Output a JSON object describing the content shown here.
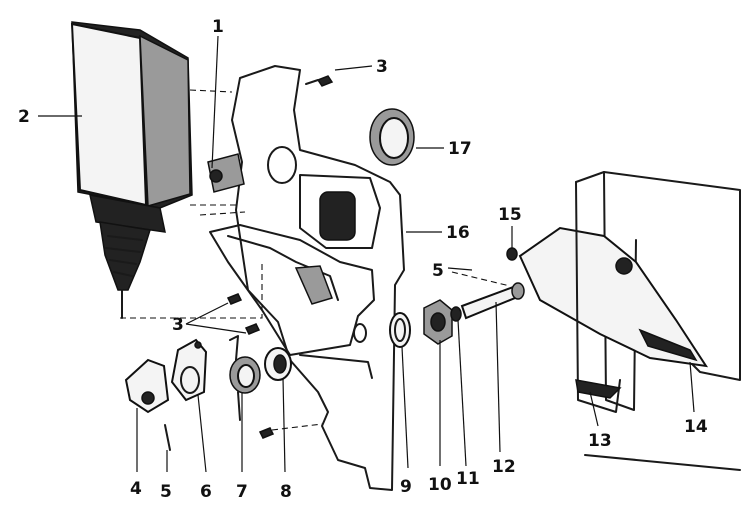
{
  "diagram": {
    "callouts": [
      {
        "id": "c1",
        "label": "1"
      },
      {
        "id": "c2",
        "label": "2"
      },
      {
        "id": "c3a",
        "label": "3"
      },
      {
        "id": "c3b",
        "label": "3"
      },
      {
        "id": "c4",
        "label": "4"
      },
      {
        "id": "c5a",
        "label": "5"
      },
      {
        "id": "c5b",
        "label": "5"
      },
      {
        "id": "c6",
        "label": "6"
      },
      {
        "id": "c7",
        "label": "7"
      },
      {
        "id": "c8",
        "label": "8"
      },
      {
        "id": "c9",
        "label": "9"
      },
      {
        "id": "c10",
        "label": "10"
      },
      {
        "id": "c11",
        "label": "11"
      },
      {
        "id": "c12",
        "label": "12"
      },
      {
        "id": "c13",
        "label": "13"
      },
      {
        "id": "c14",
        "label": "14"
      },
      {
        "id": "c15",
        "label": "15"
      },
      {
        "id": "c16",
        "label": "16"
      },
      {
        "id": "c17",
        "label": "17"
      }
    ]
  }
}
